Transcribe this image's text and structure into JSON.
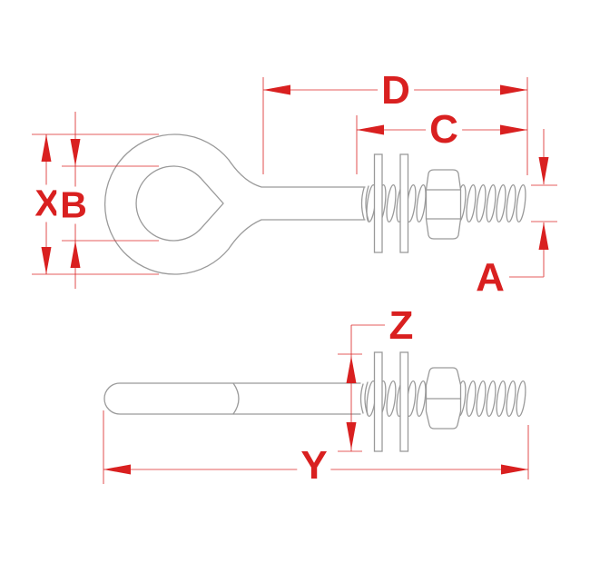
{
  "colors": {
    "dimension": "#d92020",
    "line": "#9a9a9a",
    "background": "#ffffff"
  },
  "drawing": {
    "views": {
      "top": {
        "part": "eye-bolt-with-washers-and-hex-nut",
        "dimension_labels": [
          "D",
          "C",
          "X",
          "B",
          "A"
        ]
      },
      "bottom": {
        "part": "round-shank-with-washers-and-hex-nut",
        "dimension_labels": [
          "Z",
          "Y"
        ]
      }
    },
    "labels": {
      "X": "X",
      "B": "B",
      "D": "D",
      "C": "C",
      "A": "A",
      "Z": "Z",
      "Y": "Y"
    }
  }
}
